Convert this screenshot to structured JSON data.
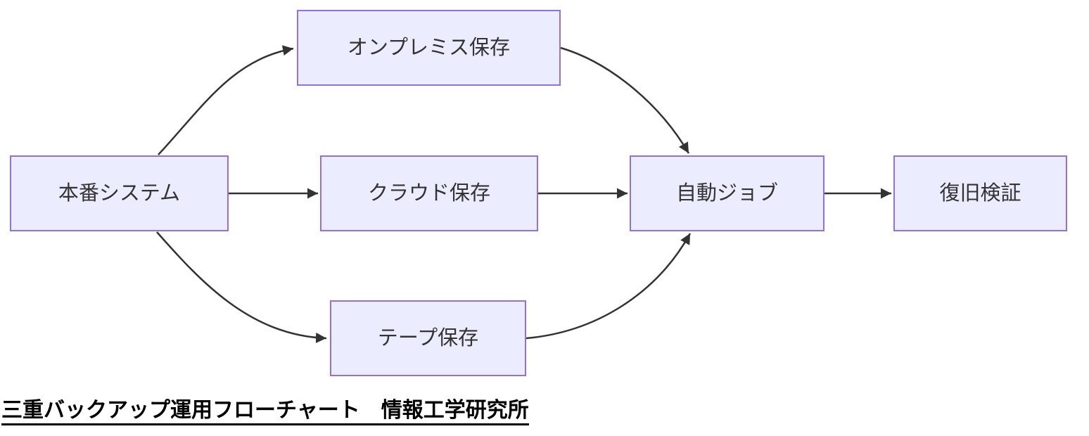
{
  "diagram": {
    "type": "flowchart",
    "caption": "三重バックアップ運用フローチャート　情報工学研究所",
    "nodes": [
      {
        "id": "production",
        "label": "本番システム"
      },
      {
        "id": "onpremise",
        "label": "オンプレミス保存"
      },
      {
        "id": "cloud",
        "label": "クラウド保存"
      },
      {
        "id": "tape",
        "label": "テープ保存"
      },
      {
        "id": "auto-job",
        "label": "自動ジョブ"
      },
      {
        "id": "recovery",
        "label": "復旧検証"
      }
    ],
    "edges": [
      {
        "from": "本番システム",
        "to": "オンプレミス保存"
      },
      {
        "from": "本番システム",
        "to": "クラウド保存"
      },
      {
        "from": "本番システム",
        "to": "テープ保存"
      },
      {
        "from": "オンプレミス保存",
        "to": "自動ジョブ"
      },
      {
        "from": "クラウド保存",
        "to": "自動ジョブ"
      },
      {
        "from": "テープ保存",
        "to": "自動ジョブ"
      },
      {
        "from": "自動ジョブ",
        "to": "復旧検証"
      }
    ],
    "colors": {
      "node_fill": "#ECECFF",
      "node_border": "#9370DB",
      "edge": "#333333",
      "text": "#333333",
      "caption_text": "#000000",
      "background": "#FFFFFF"
    }
  }
}
